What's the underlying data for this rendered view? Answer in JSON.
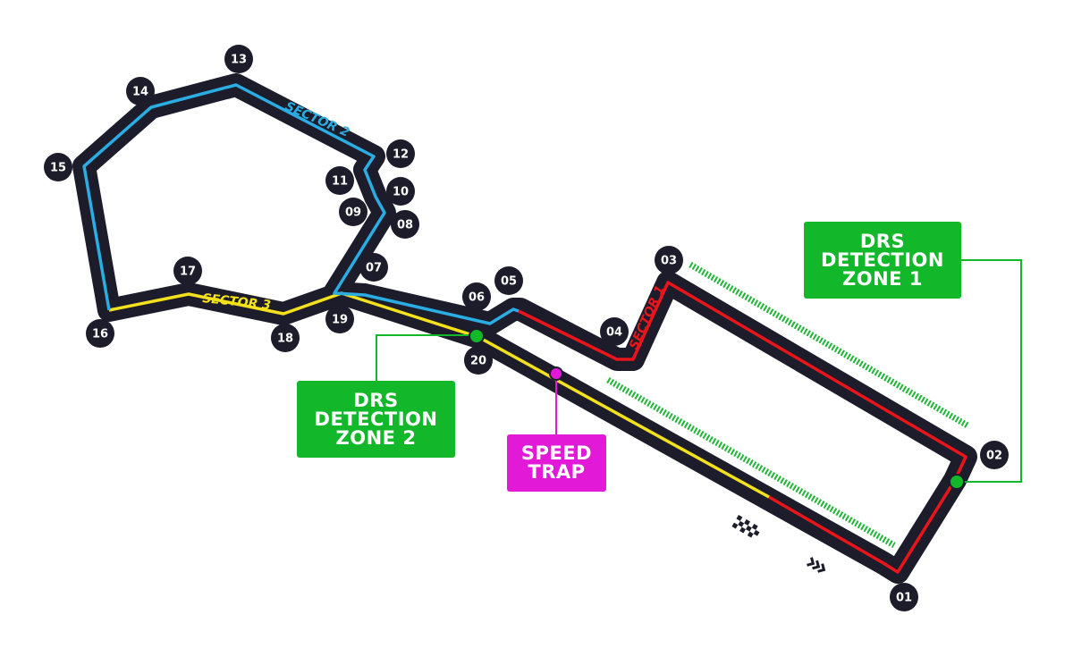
{
  "colors": {
    "track": "#1c1c2a",
    "sector1": "#e8151b",
    "sector2": "#2bace2",
    "sector3": "#f4e11e",
    "drs": "#12b829",
    "drs_zone": "#1fb536",
    "speed_trap": "#e21ad8",
    "badge": "#1c1c2a"
  },
  "sectors": {
    "sector1": "SECTOR 1",
    "sector2": "SECTOR 2",
    "sector3": "SECTOR 3"
  },
  "turns": [
    "01",
    "02",
    "03",
    "04",
    "05",
    "06",
    "07",
    "08",
    "09",
    "10",
    "11",
    "12",
    "13",
    "14",
    "15",
    "16",
    "17",
    "18",
    "19",
    "20"
  ],
  "drs_detection_zone_1": {
    "line1": "DRS",
    "line2": "DETECTION",
    "line3": "ZONE 1"
  },
  "drs_detection_zone_2": {
    "line1": "DRS",
    "line2": "DETECTION",
    "line3": "ZONE 2"
  },
  "speed_trap": {
    "line1": "SPEED",
    "line2": "TRAP"
  },
  "icons": [
    "checkered-flag-icon",
    "direction-chevrons-icon"
  ]
}
